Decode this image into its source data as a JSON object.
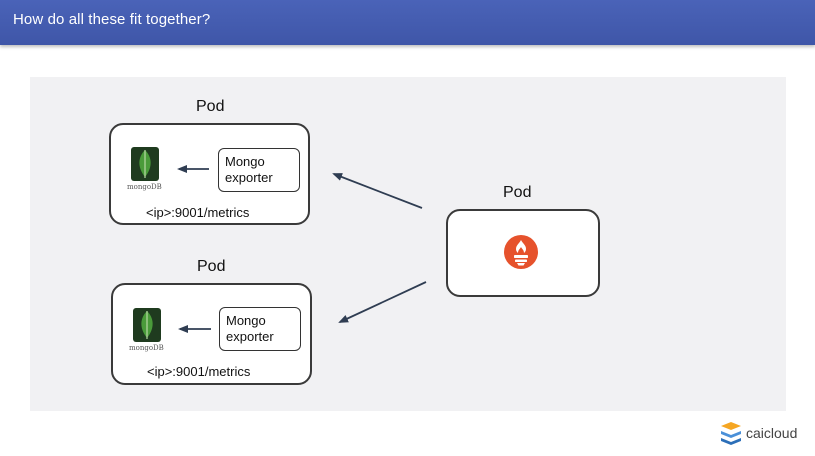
{
  "header": {
    "title": "How do all these fit together?"
  },
  "diagram": {
    "top_pod": {
      "label": "Pod",
      "db_icon_text": "mongoDB",
      "exporter": {
        "line1": "Mongo",
        "line2": "exporter"
      },
      "endpoint": "<ip>:9001/metrics"
    },
    "bottom_pod": {
      "label": "Pod",
      "db_icon_text": "mongoDB",
      "exporter": {
        "line1": "Mongo",
        "line2": "exporter"
      },
      "endpoint": "<ip>:9001/metrics"
    },
    "prometheus_pod": {
      "label": "Pod"
    }
  },
  "brand": {
    "name": "caicloud"
  },
  "colors": {
    "header": "#4a63b8",
    "prometheus": "#e6522c",
    "mongo_leaf": "#4a9b3a",
    "arrow": "#2f3d52"
  }
}
